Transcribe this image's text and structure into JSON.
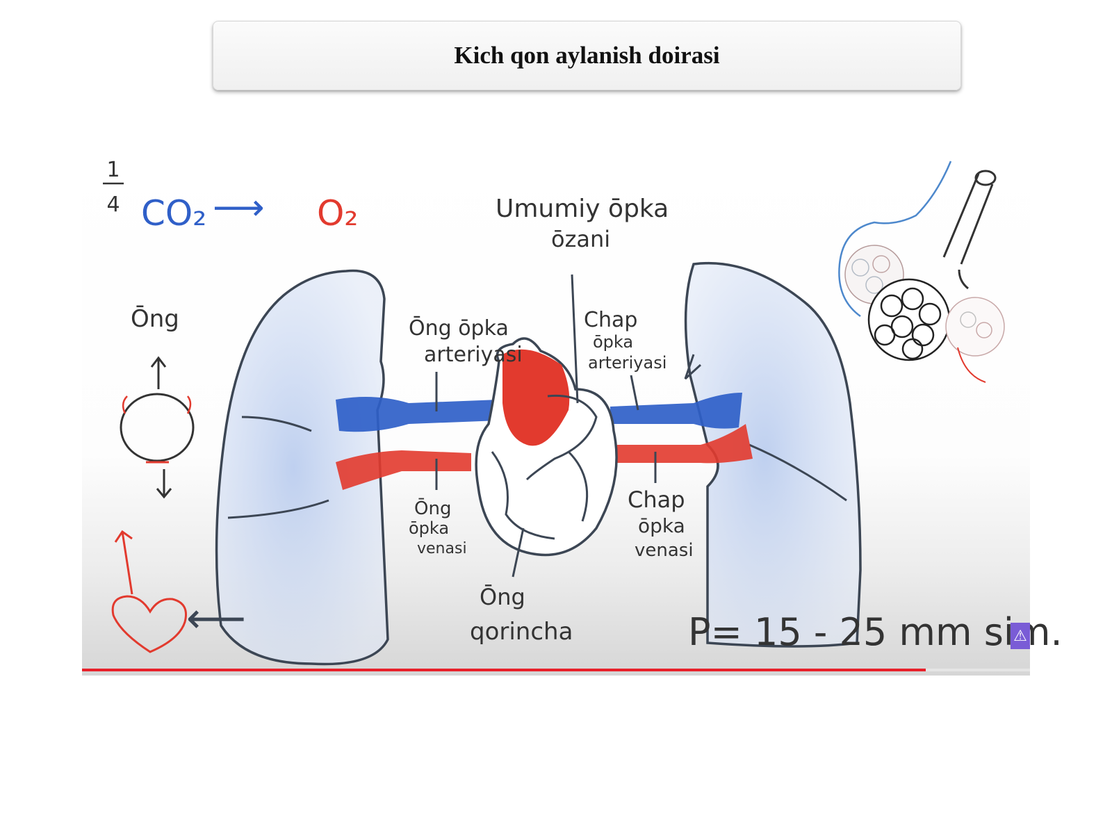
{
  "title": "Kich qon aylanish doirasi",
  "diagram": {
    "fraction_numerator": "1",
    "fraction_denominator": "4",
    "co2": "CO₂",
    "arrow": "⟶",
    "o2": "O₂",
    "ong_top": "Ōng",
    "common_artery_line1": "Umumiy ōpka",
    "common_artery_line2": "ōzani",
    "right_pa_line1": "Ōng ōpka",
    "right_pa_line2": "arteriyasi",
    "left_pa_line1": "Chap",
    "left_pa_line2": "ōpka",
    "left_pa_line3": "arteriyasi",
    "right_pv_line1": "Ōng",
    "right_pv_line2": "ōpka",
    "right_pv_line3": "venasi",
    "left_pv_line1": "Chap",
    "left_pv_line2": "ōpka",
    "left_pv_line3": "venasi",
    "ventricle_line1": "Ōng",
    "ventricle_line2": "qorincha",
    "pressure": "P= 15 - 25 mm sim.",
    "back_arrow": "⟵"
  },
  "player": {
    "progress": 0.89,
    "badge_icon": "warning-icon"
  },
  "colors": {
    "deoxygenated": "#2f5fc8",
    "oxygenated": "#e23a2e",
    "lung_fill": "#cfdcf2",
    "outline": "#3c4654"
  }
}
